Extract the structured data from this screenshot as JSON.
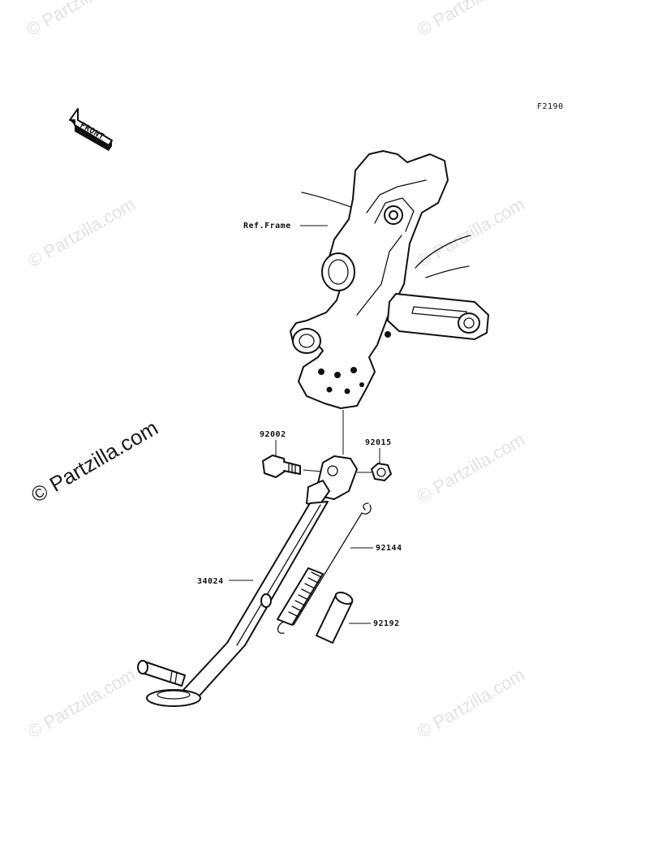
{
  "diagram_code": "F2190",
  "front_arrow_label": "FRONT",
  "ref_frame_label": "Ref.Frame",
  "parts": [
    {
      "number": "92002"
    },
    {
      "number": "92015"
    },
    {
      "number": "92144"
    },
    {
      "number": "34024"
    },
    {
      "number": "92192"
    }
  ],
  "watermark_text": "© Partzilla.com"
}
